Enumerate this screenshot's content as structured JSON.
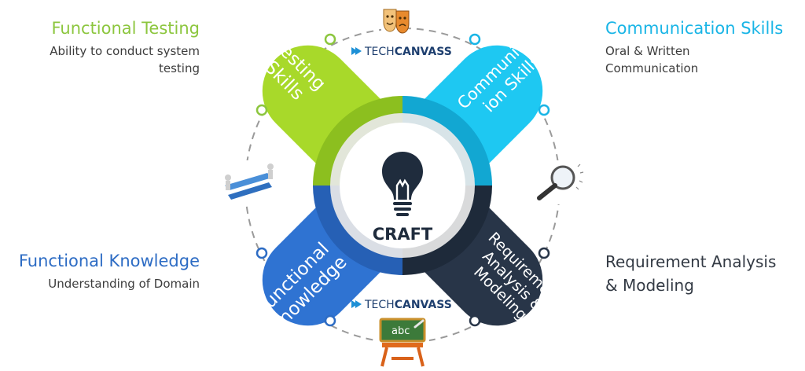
{
  "center_label": "CRAFT",
  "brand": {
    "prefix": "TECH",
    "suffix": "CANVASS"
  },
  "quadrants": {
    "top_left": {
      "petal_lines": [
        "Testing",
        "Skills"
      ],
      "title": "Functional Testing",
      "description": "Ability to conduct system testing",
      "color": "#a8d92a"
    },
    "top_right": {
      "petal_lines": [
        "Communicat",
        "ion Skills"
      ],
      "title": "Communication Skills",
      "description": "Oral & Written Communication",
      "color": "#1ec8f2"
    },
    "bottom_left": {
      "petal_lines": [
        "Functional",
        "Knowledge"
      ],
      "title": "Functional Knowledge",
      "description": "Understanding of Domain",
      "color": "#2f73d2"
    },
    "bottom_right": {
      "petal_lines": [
        "Requirement",
        "Analysis &",
        "Modeling"
      ],
      "title": "Requirement Analysis\n& Modeling",
      "color": "#283548"
    }
  },
  "icons": [
    "lightbulb-icon",
    "theater-masks-icon",
    "magnifier-icon",
    "people-arrows-icon",
    "blackboard-icon"
  ],
  "chalkboard_text": "abc"
}
